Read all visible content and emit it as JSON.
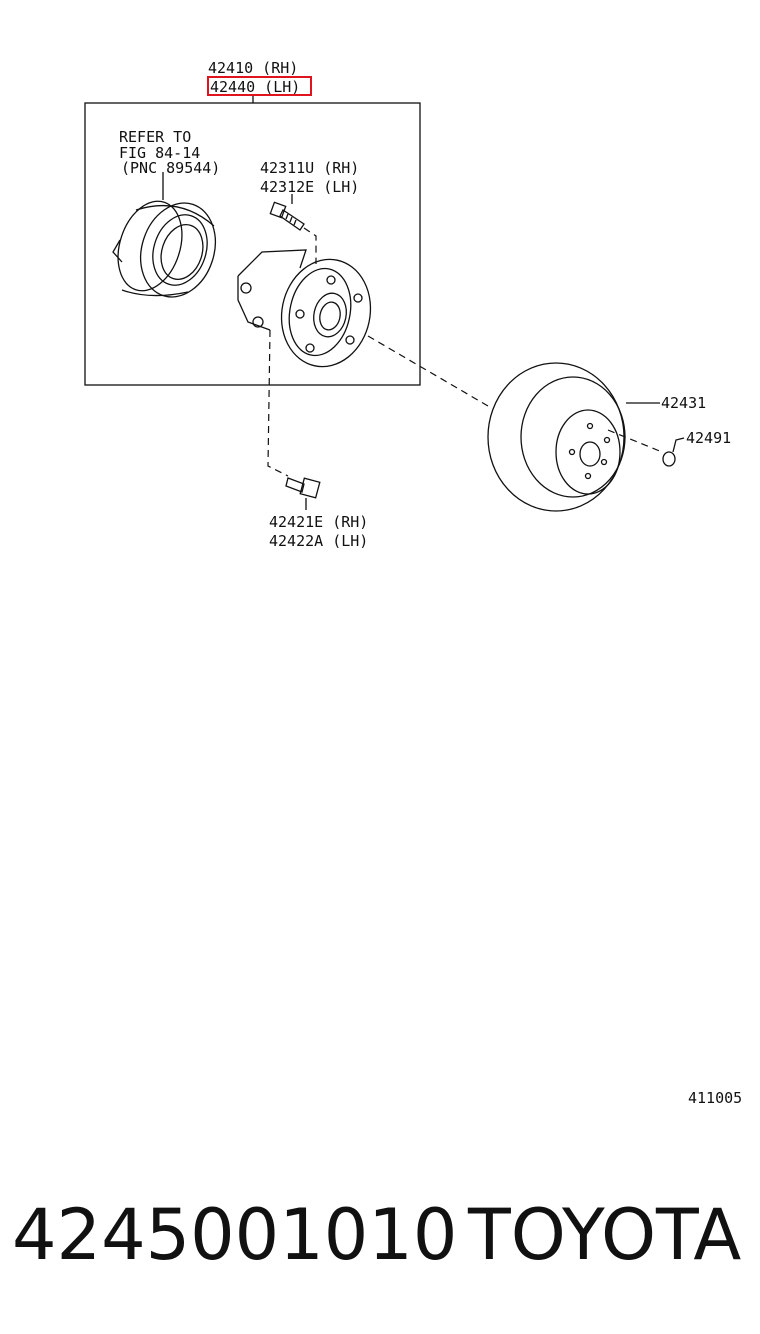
{
  "callouts": {
    "assembly_rh": "42410 (RH)",
    "assembly_lh": "42440 (LH)",
    "refer_line1": "REFER TO",
    "refer_line2": "FIG 84-14",
    "refer_line3": "(PNC 89544)",
    "stud_rh": "42311U (RH)",
    "stud_lh": "42312E (LH)",
    "disc": "42431",
    "screw": "42491",
    "bolt_rh": "42421E (RH)",
    "bolt_lh": "42422A (LH)"
  },
  "figure_number": "411005",
  "footer": {
    "part_number": "4245001010",
    "brand": "TOYOTA"
  },
  "highlight_color": "#e0141e"
}
